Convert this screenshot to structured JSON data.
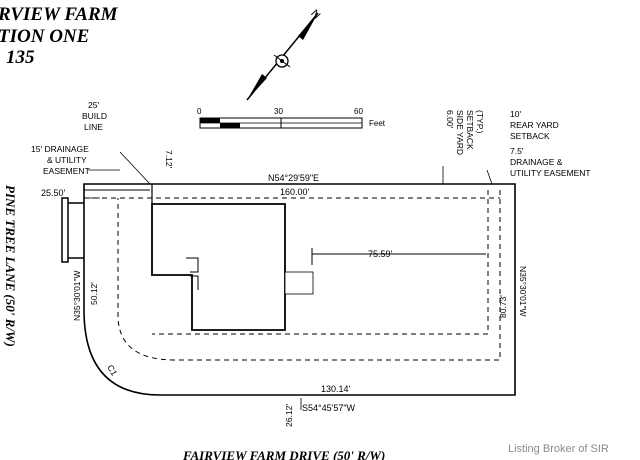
{
  "title": {
    "line1": "RVIEW FARM",
    "line2": "TION ONE",
    "line3": "135"
  },
  "north_arrow": {
    "label": "N"
  },
  "scale_bar": {
    "tick_0": "0",
    "tick_30": "30",
    "tick_60": "60",
    "unit": "Feet"
  },
  "labels": {
    "build_line": [
      "25'",
      "BUILD",
      "LINE"
    ],
    "drainage_left": [
      "15' DRAINAGE",
      "& UTILITY",
      "EASEMENT"
    ],
    "side_yard": [
      "6.00'",
      "SIDE YARD",
      "SETBACK",
      "(TYP.)"
    ],
    "rear_yard": [
      "10'",
      "REAR YARD",
      "SETBACK"
    ],
    "drainage_right": [
      "7.5'",
      "DRAINAGE &",
      "UTILITY EASEMENT"
    ],
    "curve": "C1"
  },
  "dimensions": {
    "top_bearing": "N54°29'59\"E",
    "top_length": "160.00'",
    "front_offset": "25.50'",
    "corner_offset": "7.12'",
    "house_offset": "75.59'",
    "left_bearing": "N35°30'01\"W",
    "left_length": "50.12'",
    "right_bearing": "N35°30'01\"W",
    "right_length": "80.73'",
    "bottom_length": "130.14'",
    "bottom_bearing": "S54°45'57\"W",
    "bottom_offset": "26.12'"
  },
  "streets": {
    "left": "PINE TREE LANE (50' R/W)",
    "bottom": "FAIRVIEW FARM DRIVE (50' R/W)"
  },
  "watermark": "Listing Broker of SIR"
}
